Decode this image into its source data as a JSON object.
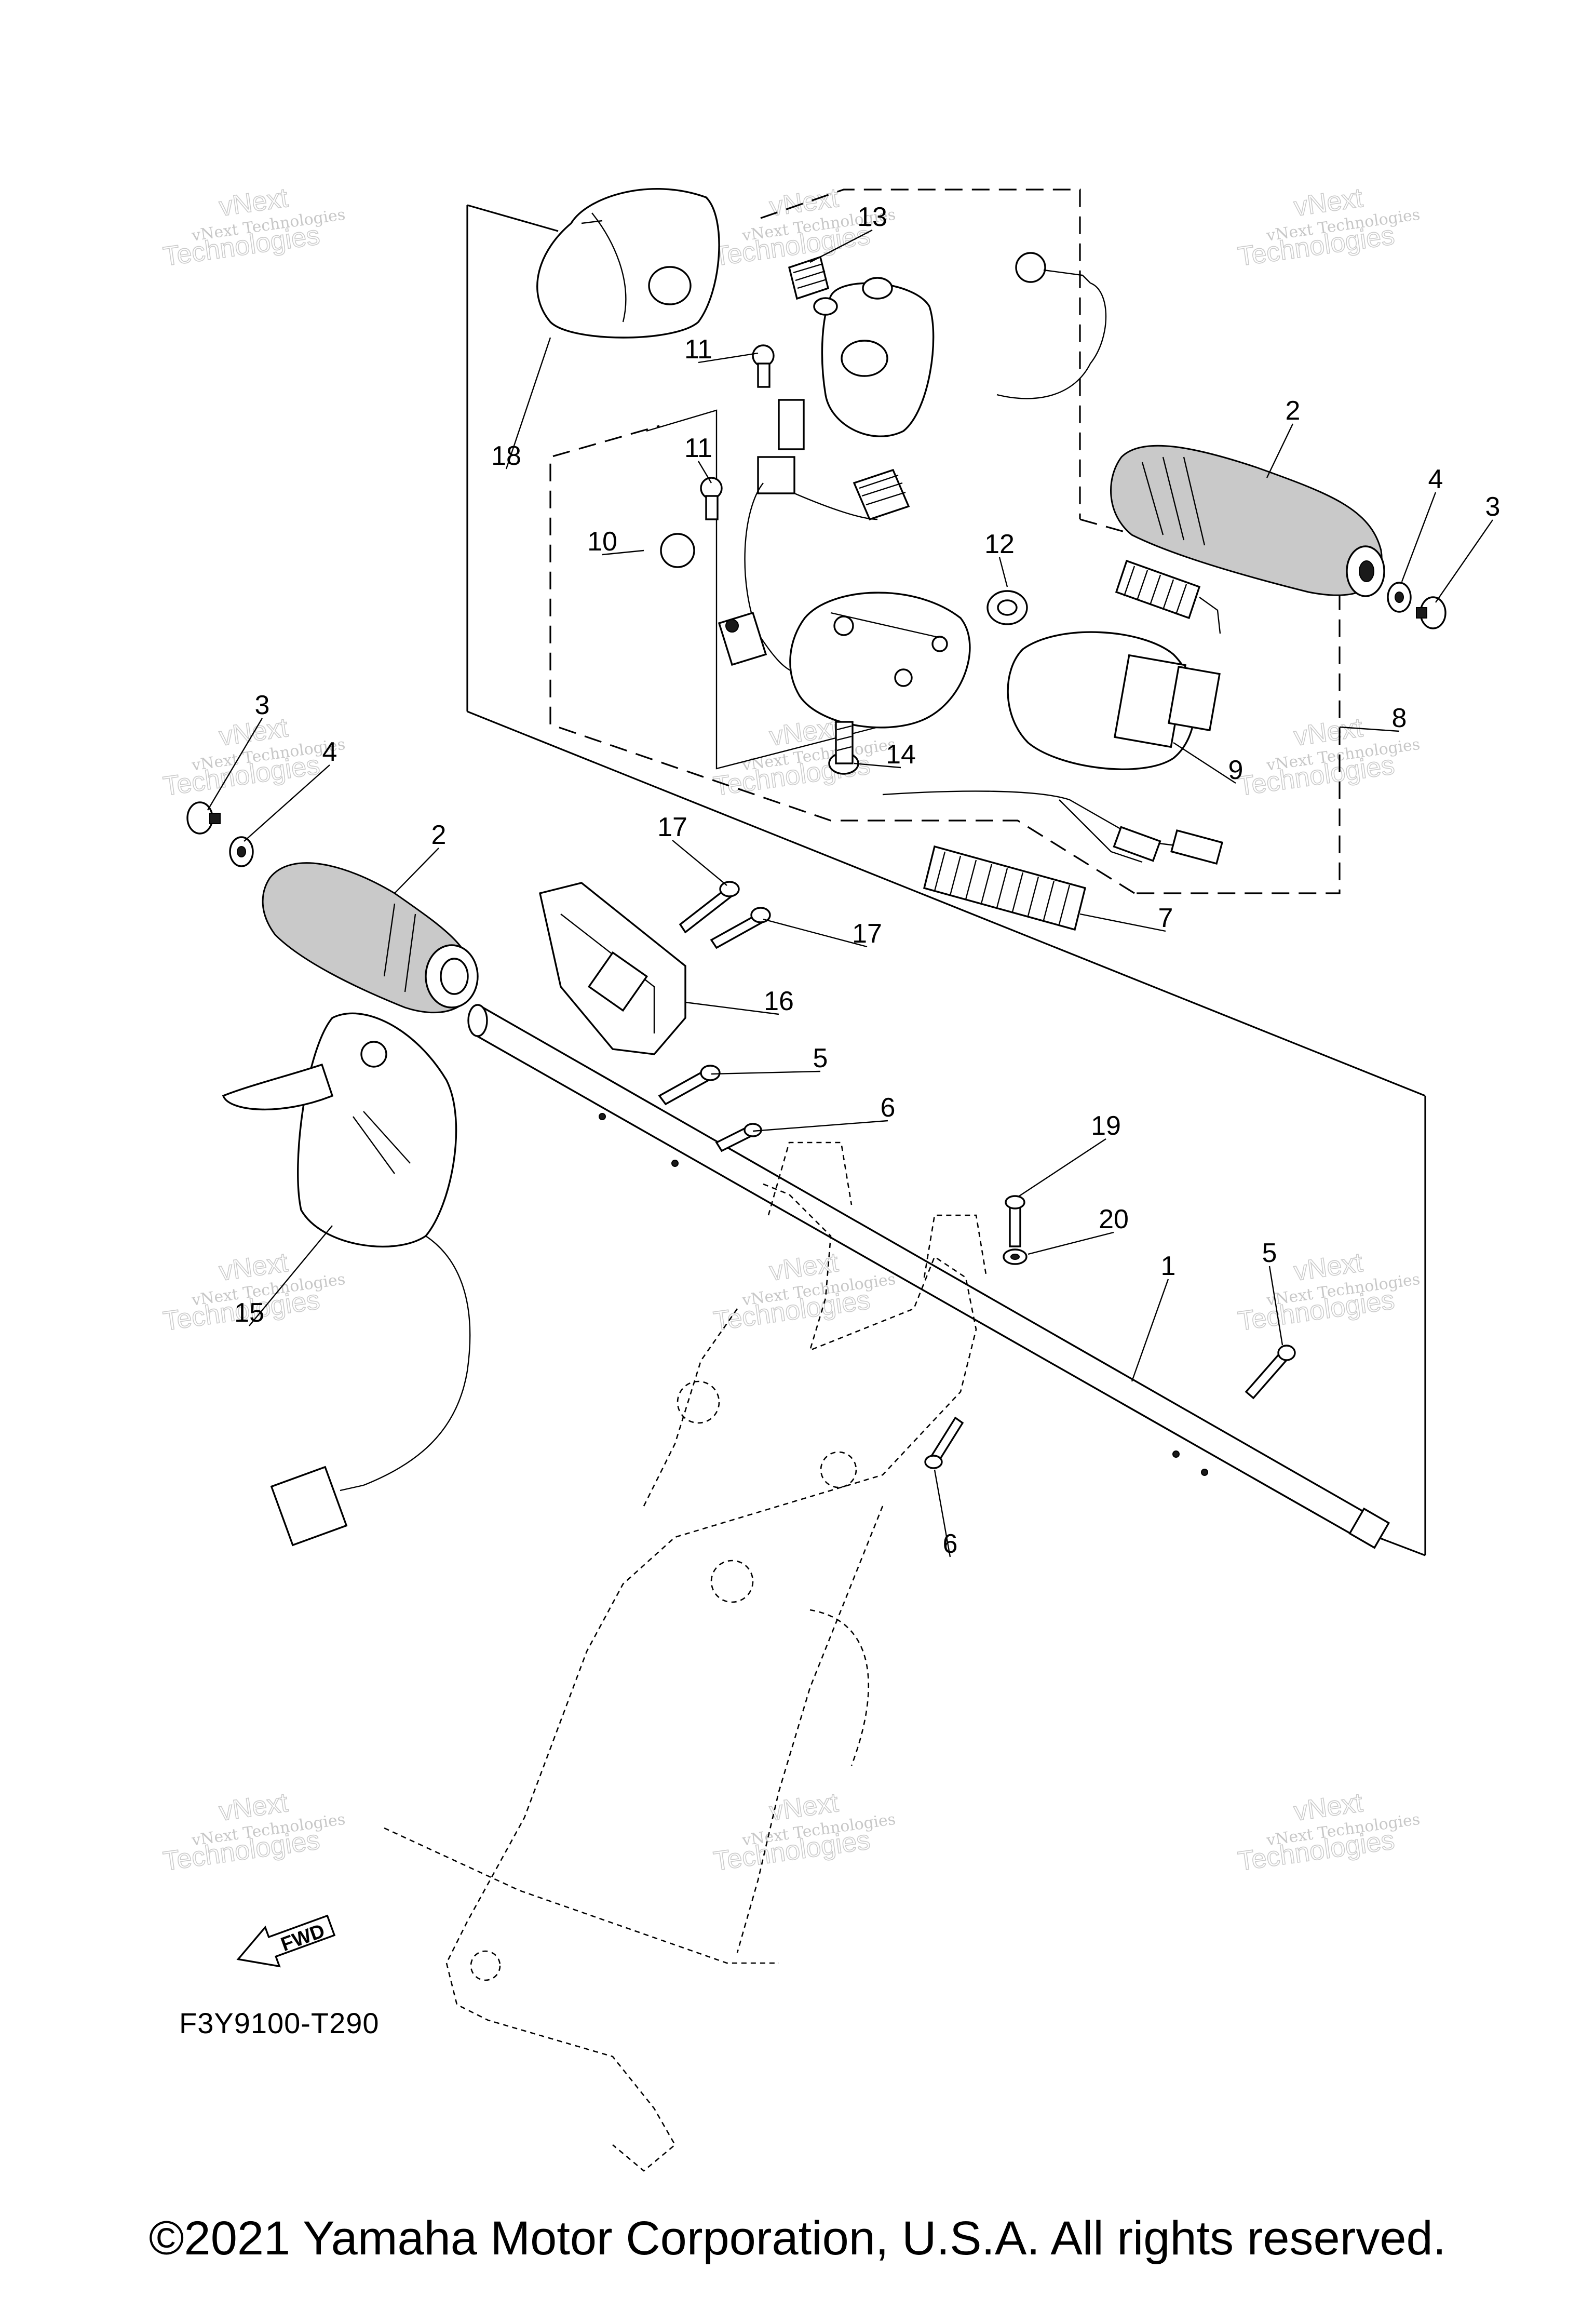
{
  "diagram": {
    "reference_code": "F3Y9100-T290",
    "fwd_label": "FWD",
    "copyright": "©2021 Yamaha Motor Corporation, U.S.A. All rights reserved.",
    "watermark": {
      "line1": "vNext",
      "line2": "vNext Technologies",
      "line3": "Technologies"
    },
    "callouts": [
      "1",
      "2",
      "2",
      "3",
      "3",
      "4",
      "4",
      "5",
      "5",
      "6",
      "6",
      "7",
      "8",
      "9",
      "10",
      "11",
      "11",
      "12",
      "13",
      "14",
      "15",
      "16",
      "17",
      "17",
      "18",
      "19",
      "20"
    ]
  }
}
